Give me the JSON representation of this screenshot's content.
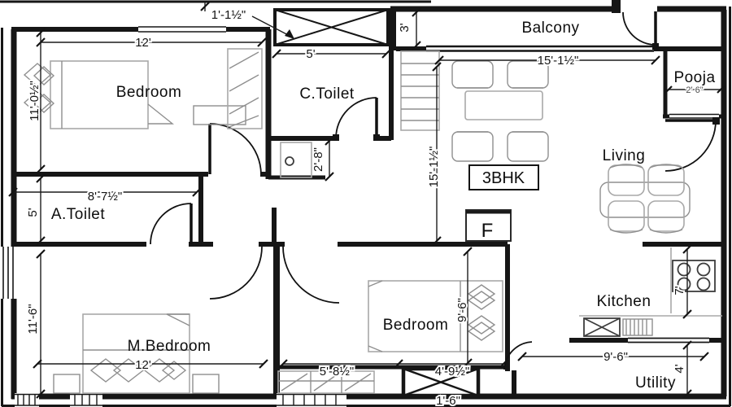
{
  "plan": {
    "unit_label": "3BHK",
    "fridge_label": "F"
  },
  "rooms": {
    "bedroom1": "Bedroom",
    "ctoilet": "C.Toilet",
    "balcony": "Balcony",
    "pooja": "Pooja",
    "living": "Living",
    "atoilet": "A.Toilet",
    "mbedroom": "M.Bedroom",
    "bedroom2": "Bedroom",
    "kitchen": "Kitchen",
    "utility": "Utility"
  },
  "dimensions": {
    "top_offset": "1'-1½\"",
    "bedroom1_width": "12'",
    "bedroom1_depth": "11'-0½\"",
    "ctoilet_width": "5'",
    "washbasin_recess": "2'-8\"",
    "balcony_depth": "3'",
    "balcony_width": "15'-1½\"",
    "living_depth": "15'-1½\"",
    "pooja_width": "2' 6\"",
    "atoilet_width": "8'-7½\"",
    "atoilet_depth": "5'",
    "mbedroom_width": "12'",
    "mbedroom_depth": "11'-6\"",
    "bedroom2_depth": "9'-6\"",
    "wardrobe_width": "5'-8½\"",
    "bedroom2_width": "4'-9½\"",
    "duct_width": "1'-6\"",
    "kitchen_depth": "7'",
    "utility_width": "9'-6\"",
    "utility_depth": "4'"
  }
}
